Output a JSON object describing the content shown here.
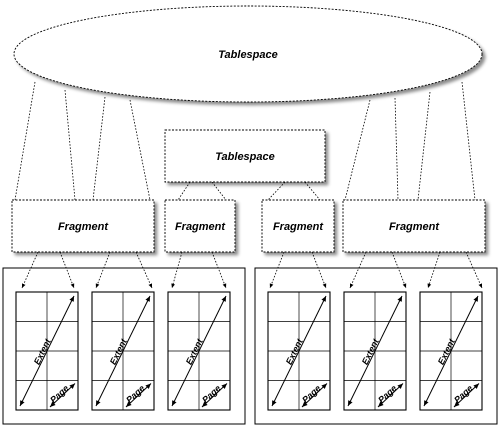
{
  "ellipse_tablespace": {
    "label": "Tablespace"
  },
  "box_tablespace": {
    "label": "Tablespace"
  },
  "fragments": [
    {
      "label": "Fragment"
    },
    {
      "label": "Fragment"
    },
    {
      "label": "Fragment"
    },
    {
      "label": "Fragment"
    }
  ],
  "extent_label": "Extent",
  "page_label": "Page"
}
